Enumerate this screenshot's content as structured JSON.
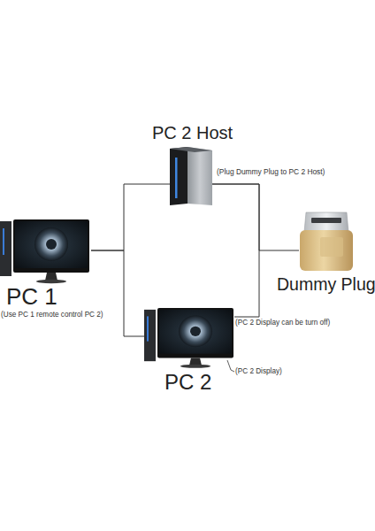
{
  "diagram": {
    "nodes": [
      {
        "text": [
          "PC 2 Host",
          "(Plug Dummy Plug to PC 2 Host)"
        ]
      },
      {
        "text": [
          "PC 1",
          "(Use PC 1 remote control PC 2)"
        ]
      },
      {
        "text": [
          "Dummy Plug"
        ]
      },
      {
        "text": [
          "PC 2",
          "(PC 2 Display can be turn off)",
          "(PC 2 Display)"
        ]
      }
    ],
    "edges": [
      {
        "from": 1,
        "to": 0,
        "arrow": "none"
      },
      {
        "from": 1,
        "to": 3,
        "arrow": "none"
      },
      {
        "from": 0,
        "to": 2,
        "arrow": "none"
      },
      {
        "from": 0,
        "to": 3,
        "arrow": "none"
      }
    ]
  }
}
